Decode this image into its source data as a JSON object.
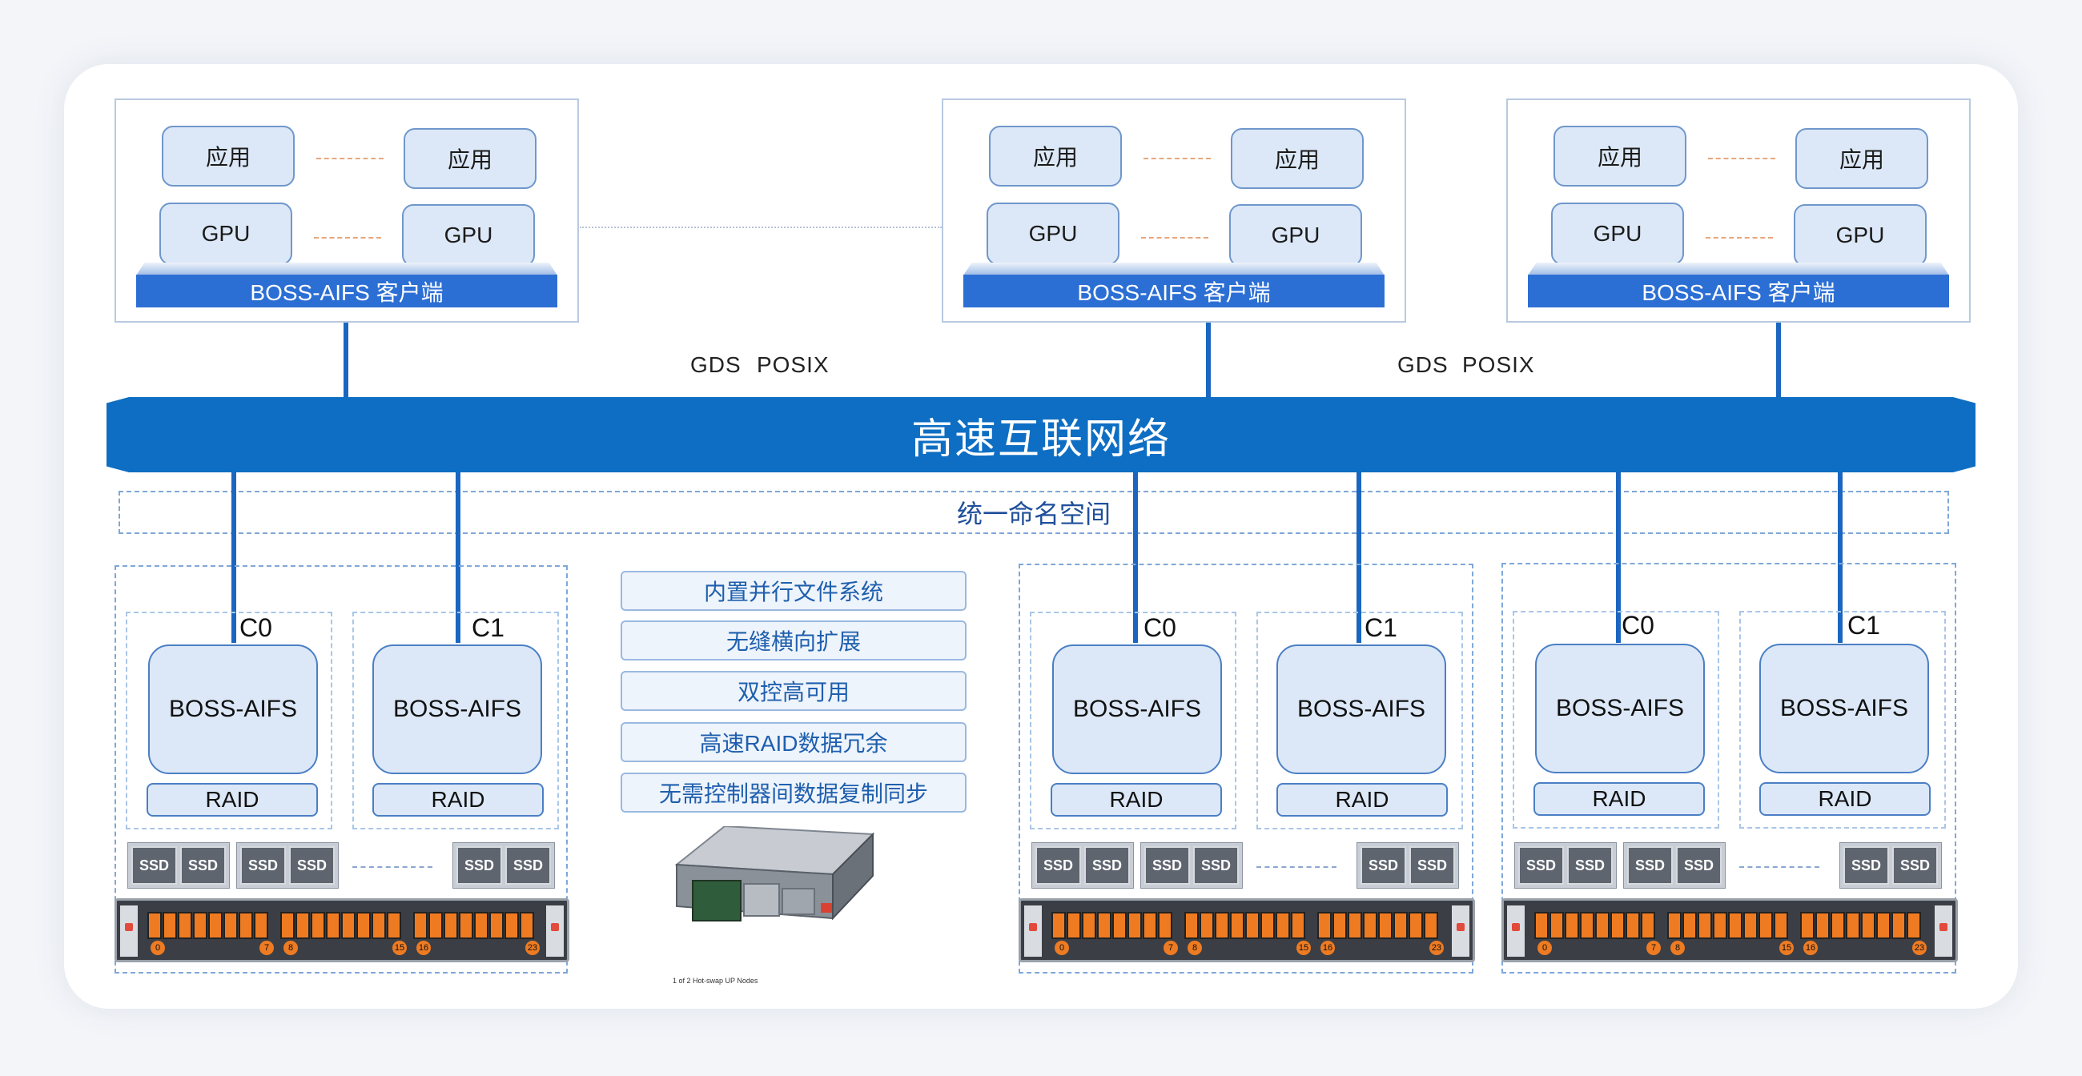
{
  "clients": [
    {
      "app_labels": [
        "应用",
        "应用"
      ],
      "gpu_labels": [
        "GPU",
        "GPU"
      ],
      "client_label": "BOSS-AIFS 客户端"
    },
    {
      "app_labels": [
        "应用",
        "应用"
      ],
      "gpu_labels": [
        "GPU",
        "GPU"
      ],
      "client_label": "BOSS-AIFS 客户端"
    },
    {
      "app_labels": [
        "应用",
        "应用"
      ],
      "gpu_labels": [
        "GPU",
        "GPU"
      ],
      "client_label": "BOSS-AIFS 客户端"
    }
  ],
  "protocols": [
    {
      "gds": "GDS",
      "posix": "POSIX"
    },
    {
      "gds": "GDS",
      "posix": "POSIX"
    }
  ],
  "network_label": "高速互联网络",
  "namespace_label": "统一命名空间",
  "features": [
    "内置并行文件系统",
    "无缝横向扩展",
    "双控高可用",
    "高速RAID数据冗余",
    "无需控制器间数据复制同步"
  ],
  "storage_groups": [
    {
      "controllers": [
        {
          "tag": "C0",
          "name": "BOSS-AIFS",
          "raid": "RAID"
        },
        {
          "tag": "C1",
          "name": "BOSS-AIFS",
          "raid": "RAID"
        }
      ]
    },
    {
      "controllers": [
        {
          "tag": "C0",
          "name": "BOSS-AIFS",
          "raid": "RAID"
        },
        {
          "tag": "C1",
          "name": "BOSS-AIFS",
          "raid": "RAID"
        }
      ]
    },
    {
      "controllers": [
        {
          "tag": "C0",
          "name": "BOSS-AIFS",
          "raid": "RAID"
        },
        {
          "tag": "C1",
          "name": "BOSS-AIFS",
          "raid": "RAID"
        }
      ]
    }
  ],
  "ssd_label": "SSD",
  "bay_numbers": [
    "0",
    "7",
    "8",
    "15",
    "16",
    "23"
  ],
  "server_caption": "1 of 2 Hot-swap UP Nodes",
  "colors": {
    "accent": "#0e6ec3",
    "client_bar": "#2c6fd4",
    "drive_bay": "#ee7b22"
  }
}
